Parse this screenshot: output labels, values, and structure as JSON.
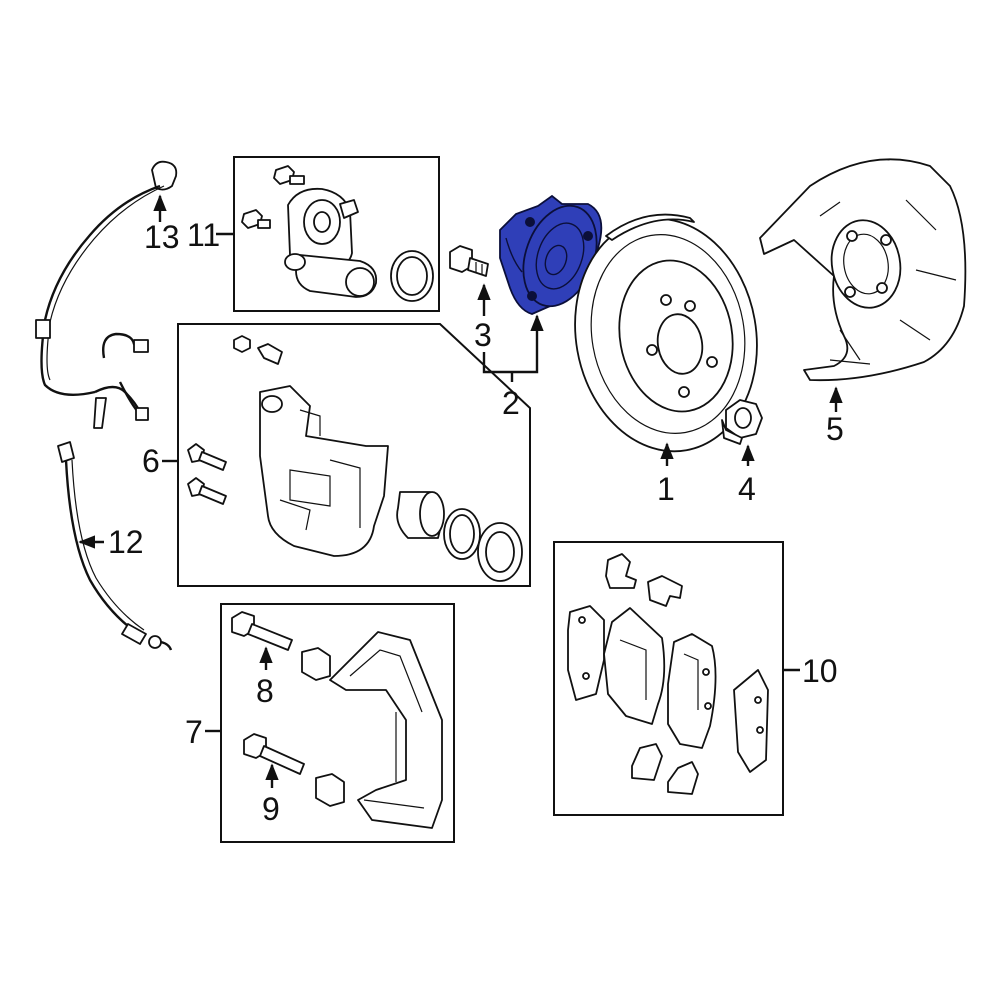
{
  "diagram": {
    "highlight_color": "#2f3fb8",
    "callouts": [
      {
        "id": "1",
        "label": "1"
      },
      {
        "id": "2",
        "label": "2"
      },
      {
        "id": "3",
        "label": "3"
      },
      {
        "id": "4",
        "label": "4"
      },
      {
        "id": "5",
        "label": "5"
      },
      {
        "id": "6",
        "label": "6"
      },
      {
        "id": "7",
        "label": "7"
      },
      {
        "id": "8",
        "label": "8"
      },
      {
        "id": "9",
        "label": "9"
      },
      {
        "id": "10",
        "label": "10"
      },
      {
        "id": "11",
        "label": "11"
      },
      {
        "id": "12",
        "label": "12"
      },
      {
        "id": "13",
        "label": "13"
      }
    ],
    "highlighted_callout": "2"
  }
}
